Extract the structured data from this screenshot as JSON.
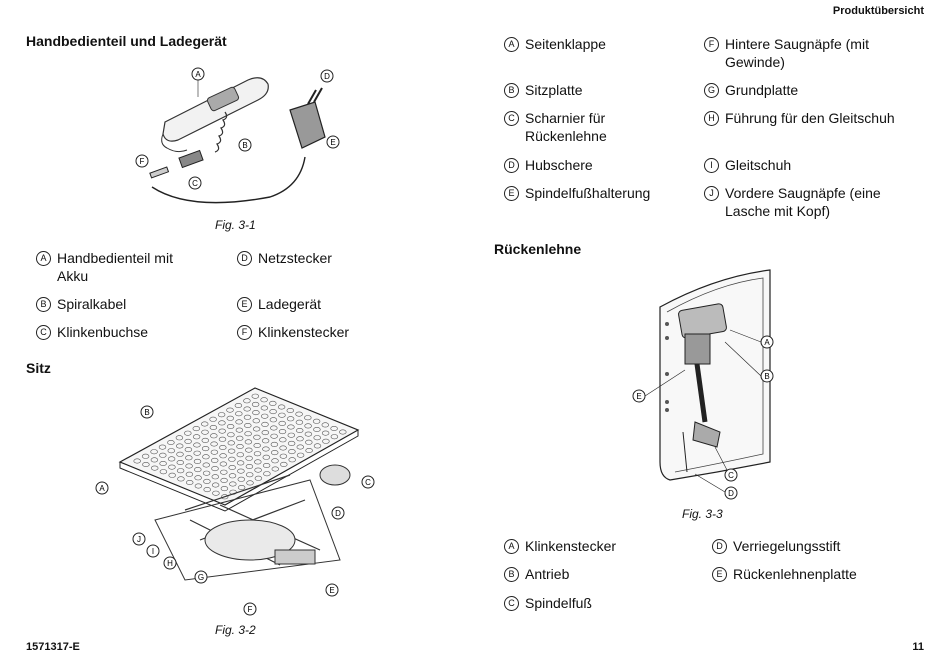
{
  "header": {
    "section": "Produktübersicht"
  },
  "left": {
    "title1": "Handbedienteil und Ladegerät",
    "fig1_caption": "Fig. 3-1",
    "fig1_callouts": [
      "A",
      "B",
      "C",
      "D",
      "E",
      "F"
    ],
    "legend1": [
      {
        "key": "A",
        "label": "Handbedienteil mit Akku"
      },
      {
        "key": "D",
        "label": "Netzstecker"
      },
      {
        "key": "B",
        "label": "Spiralkabel"
      },
      {
        "key": "E",
        "label": "Ladegerät"
      },
      {
        "key": "C",
        "label": "Klinkenbuchse"
      },
      {
        "key": "F",
        "label": "Klinkenstecker"
      }
    ],
    "title2": "Sitz",
    "fig2_caption": "Fig. 3-2",
    "fig2_callouts": [
      "A",
      "B",
      "C",
      "D",
      "E",
      "F",
      "G",
      "H",
      "I",
      "J"
    ]
  },
  "right": {
    "legend_top": [
      {
        "key": "A",
        "label": "Seitenklappe"
      },
      {
        "key": "F",
        "label": "Hintere Saugnäpfe (mit Gewinde)"
      },
      {
        "key": "B",
        "label": "Sitzplatte"
      },
      {
        "key": "G",
        "label": "Grundplatte"
      },
      {
        "key": "C",
        "label": "Scharnier für Rückenlehne"
      },
      {
        "key": "H",
        "label": "Führung für den Gleitschuh"
      },
      {
        "key": "D",
        "label": "Hubschere"
      },
      {
        "key": "I",
        "label": "Gleitschuh"
      },
      {
        "key": "E",
        "label": "Spindelfußhalterung"
      },
      {
        "key": "J",
        "label": "Vordere Saugnäpfe (eine Lasche mit Kopf)"
      }
    ],
    "title3": "Rückenlehne",
    "fig3_caption": "Fig. 3-3",
    "fig3_callouts": [
      "A",
      "B",
      "C",
      "D",
      "E"
    ],
    "legend3": [
      {
        "key": "A",
        "label": "Klinkenstecker"
      },
      {
        "key": "D",
        "label": "Verriegelungsstift"
      },
      {
        "key": "B",
        "label": "Antrieb"
      },
      {
        "key": "E",
        "label": "Rückenlehnenplatte"
      },
      {
        "key": "C",
        "label": "Spindelfuß"
      }
    ]
  },
  "footer": {
    "doc_number": "1571317-E",
    "page": "11"
  }
}
